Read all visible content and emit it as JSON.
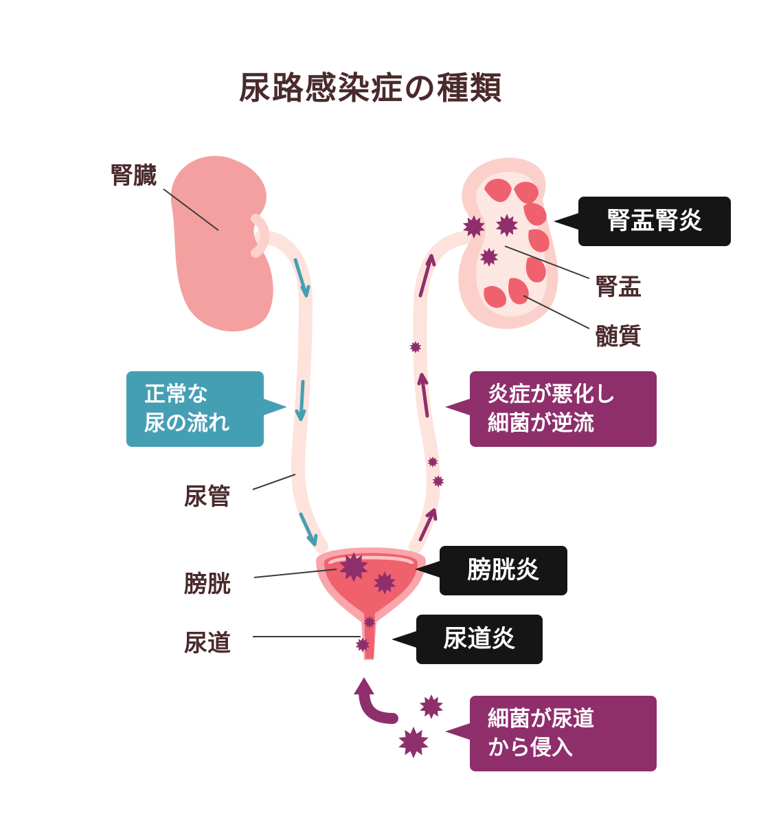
{
  "title": "尿路感染症の種類",
  "labels": {
    "kidney": "腎臓",
    "renal_pelvis": "腎盂",
    "medulla": "髄質",
    "ureter": "尿管",
    "bladder": "膀胱",
    "urethra": "尿道"
  },
  "callouts": {
    "pyelonephritis": "腎盂腎炎",
    "cystitis": "膀胱炎",
    "urethritis": "尿道炎",
    "normal_flow": [
      "正常な",
      "尿の流れ"
    ],
    "reflux": [
      "炎症が悪化し",
      "細菌が逆流"
    ],
    "entry": [
      "細菌が尿道",
      "から侵入"
    ]
  },
  "colors": {
    "title": "#4a2a2c",
    "kidney": "#f4a0a0",
    "tube": "#fde3dc",
    "bladder": "#f58a92",
    "bacteria": "#8e2f6c",
    "normal_arrow": "#459fb4",
    "reflux_arrow": "#8e2f6c",
    "dark_callout": "#151515"
  },
  "icons": [
    "bacteria-icon",
    "flow-arrow-icon",
    "curved-arrow-icon"
  ]
}
